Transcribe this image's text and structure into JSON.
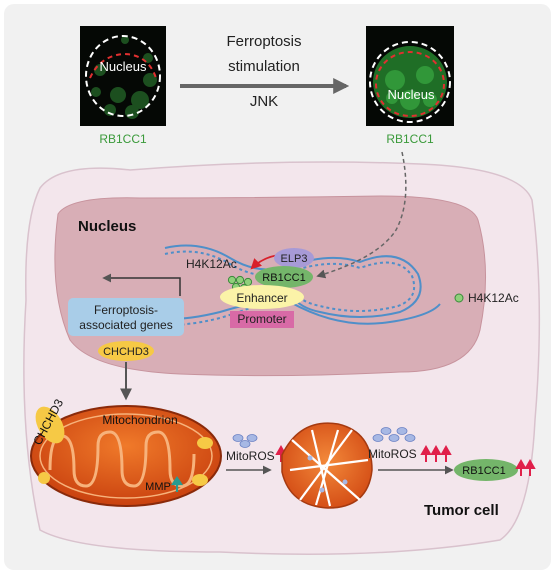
{
  "top": {
    "left_panel": {
      "nucleus_label": "Nucleus",
      "caption": "RB1CC1"
    },
    "right_panel": {
      "nucleus_label": "Nucleus",
      "caption": "RB1CC1"
    },
    "arrow_label_lines": [
      "Ferroptosis",
      "stimulation",
      "JNK"
    ]
  },
  "cell": {
    "nucleus_title": "Nucleus",
    "h4k12ac_label": "H4K12Ac",
    "elp3_label": "ELP3",
    "rb1cc1_label": "RB1CC1",
    "enhancer_label": "Enhancer",
    "promoter_label": "Promoter",
    "genes_label_lines": [
      "Ferroptosis-",
      "associated genes"
    ],
    "chchd3_label": "CHCHD3",
    "legend_label": "H4K12Ac",
    "mitochondrion_label": "Mitochondrion",
    "mito_chchd3_label": "CHCHD3",
    "mmp_label": "MMP",
    "mitoros_label_1": "MitoROS",
    "mitoros_label_2": "MitoROS",
    "rb1cc1_bottom_label": "RB1CC1",
    "tumor_cell_label": "Tumor cell"
  },
  "colors": {
    "panel_bg": "#f1f1f1",
    "cell_fill": "#f3e6ec",
    "nucleus_fill": "#d8aeb6",
    "green_text": "#3a9a3a",
    "dna_blue": "#4f8fc9",
    "up_arrow_red": "#e0204a",
    "mito_orange": "#e05a1c",
    "elp3_purple": "#a79ad6",
    "rb1cc1_green": "#74b56a",
    "enhancer_yellow": "#fbf3a8",
    "promoter_pink": "#d86aa6",
    "genes_blue": "#a9cde8"
  }
}
